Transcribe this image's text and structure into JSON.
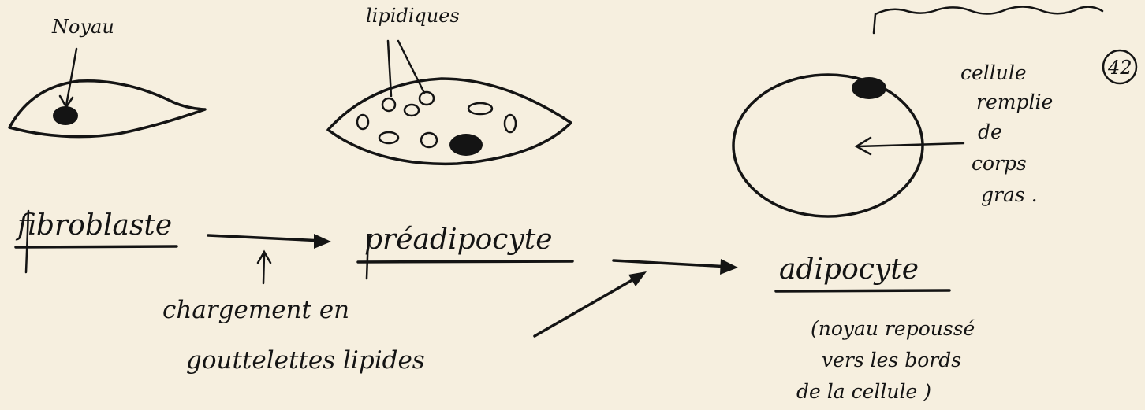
{
  "labels": {
    "noyau": "Noyau",
    "lipidiques": "lipidiques",
    "cellule_line1": "cellule",
    "cellule_line2": "remplie",
    "cellule_line3": "de",
    "cellule_line4": "corps",
    "cellule_line5": "gras .",
    "page_number": "42",
    "fibroblaste": "fibroblaste",
    "preadipocyte": "préadipocyte",
    "adipocyte": "adipocyte",
    "chargement_line1": "chargement en",
    "chargement_line2": "gouttelettes lipides",
    "note_line1": "(noyau repoussé",
    "note_line2": "vers les bords",
    "note_line3": "de la cellule )"
  }
}
